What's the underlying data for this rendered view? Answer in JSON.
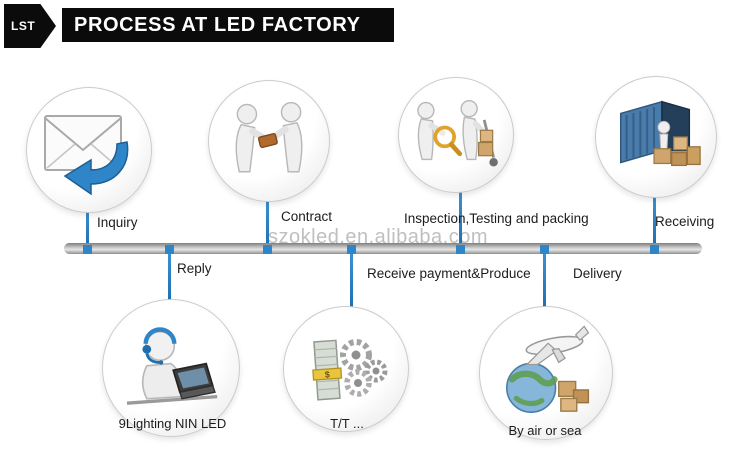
{
  "badge": {
    "label": "LST"
  },
  "header": {
    "title": "PROCESS AT LED FACTORY"
  },
  "watermark": {
    "text": "szokled.en.alibaba.com"
  },
  "process": {
    "top_steps": [
      {
        "label": "Inquiry",
        "icon": "envelope-reply-icon"
      },
      {
        "label": "Contract",
        "icon": "contract-exchange-icon"
      },
      {
        "label": "Inspection,Testing and packing",
        "icon": "inspection-testing-icon"
      },
      {
        "label": "Receiving",
        "icon": "container-unloading-icon"
      }
    ],
    "bottom_steps": [
      {
        "label": "Reply",
        "caption": "9Lighting NIN LED",
        "icon": "support-operator-icon"
      },
      {
        "label": "Receive payment&Produce",
        "caption": "T/T ...",
        "icon": "payment-production-icon"
      },
      {
        "label": "Delivery",
        "caption": "By air or sea",
        "icon": "air-sea-shipping-icon"
      }
    ]
  },
  "icons": {
    "dollar_glyph": "$"
  },
  "colors": {
    "accent_blue": "#2e86c8",
    "header_black": "#0b0b0b",
    "timeline_gray": "#9a9a9a",
    "box_tan": "#cfa56b",
    "magnifier_yellow": "#e0a32b"
  }
}
